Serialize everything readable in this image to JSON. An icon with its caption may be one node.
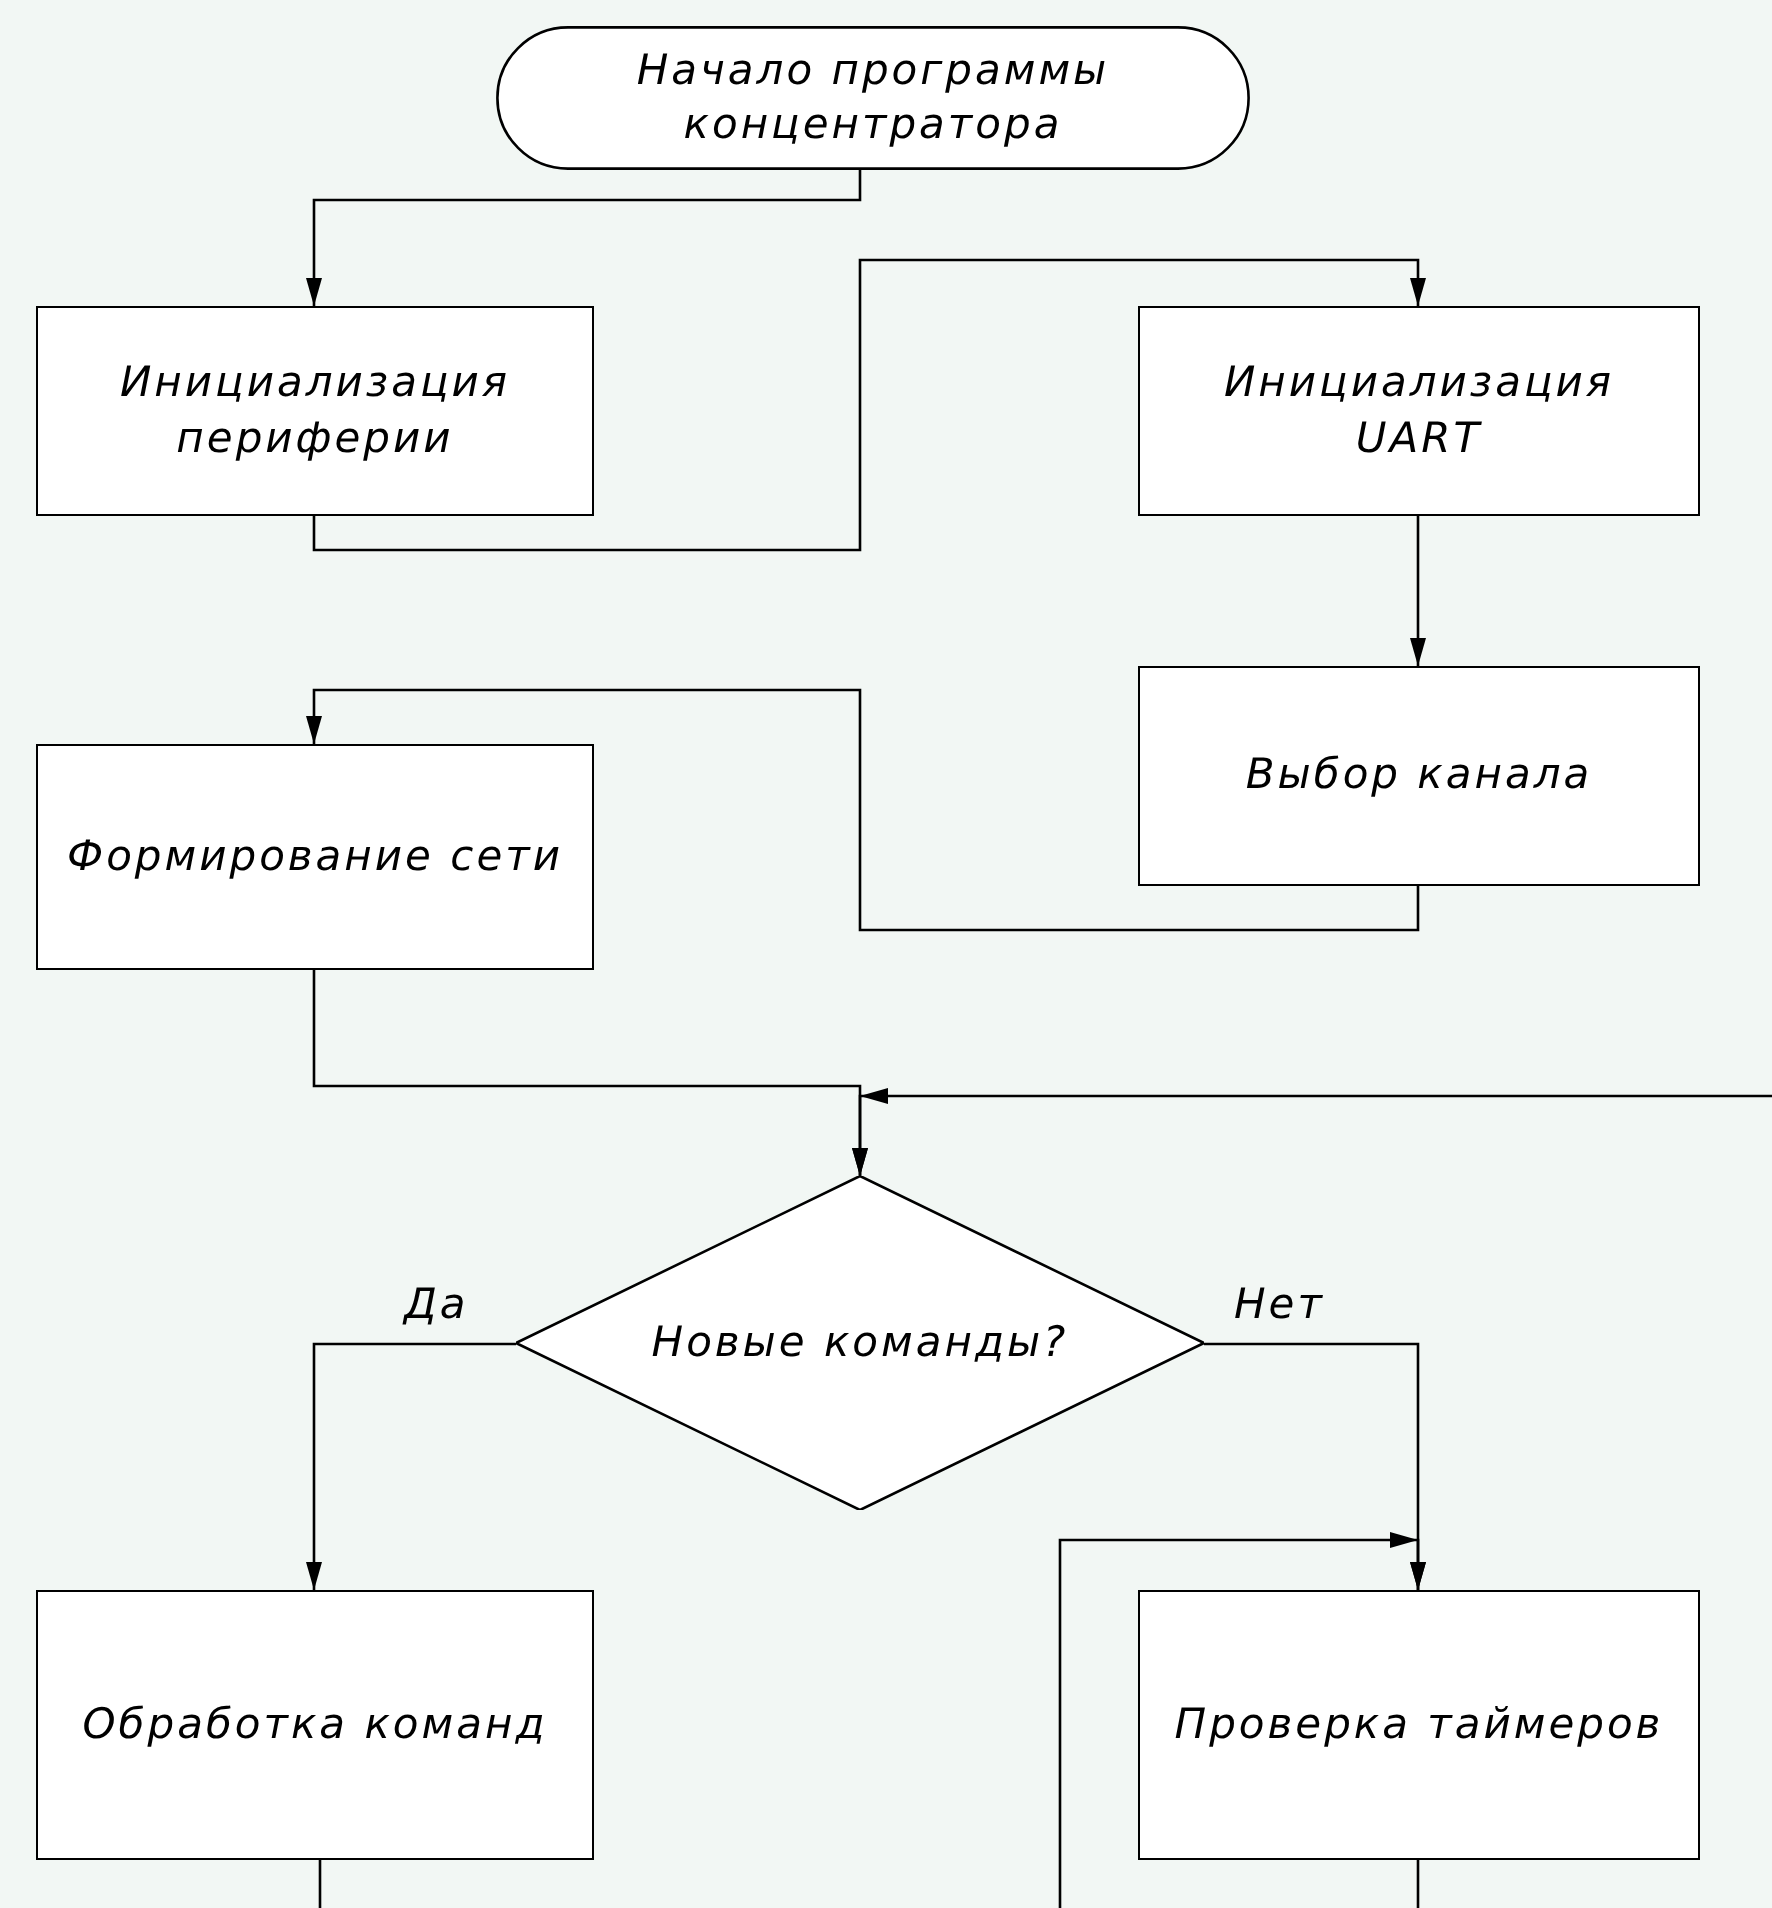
{
  "diagram": {
    "nodes": [
      {
        "text": [
          "Начало программы концентратора"
        ]
      },
      {
        "text": [
          "Инициализация периферии"
        ]
      },
      {
        "text": [
          "Инициализация UART"
        ]
      },
      {
        "text": [
          "Формирование сети"
        ]
      },
      {
        "text": [
          "Выбор канала"
        ]
      },
      {
        "text": [
          "Новые команды?"
        ]
      },
      {
        "text": [
          "Обработка команд"
        ]
      },
      {
        "text": [
          "Проверка таймеров"
        ]
      }
    ],
    "edges": [
      {
        "from": 0,
        "to": 1,
        "arrow": "to"
      },
      {
        "from": 1,
        "to": 2,
        "arrow": "to"
      },
      {
        "from": 2,
        "to": 4,
        "arrow": "to"
      },
      {
        "from": 4,
        "to": 3,
        "arrow": "to"
      },
      {
        "from": 3,
        "to": 5,
        "arrow": "to"
      },
      {
        "from": null,
        "to": 5,
        "arrow": "to"
      },
      {
        "from": 5,
        "to": 6,
        "arrow": "to",
        "label": "Да"
      },
      {
        "from": 5,
        "to": 7,
        "arrow": "to",
        "label": "Нет"
      },
      {
        "from": null,
        "to": 7,
        "arrow": "to"
      },
      {
        "from": 6,
        "to": null,
        "arrow": "none"
      },
      {
        "from": 7,
        "to": null,
        "arrow": "none"
      }
    ]
  }
}
